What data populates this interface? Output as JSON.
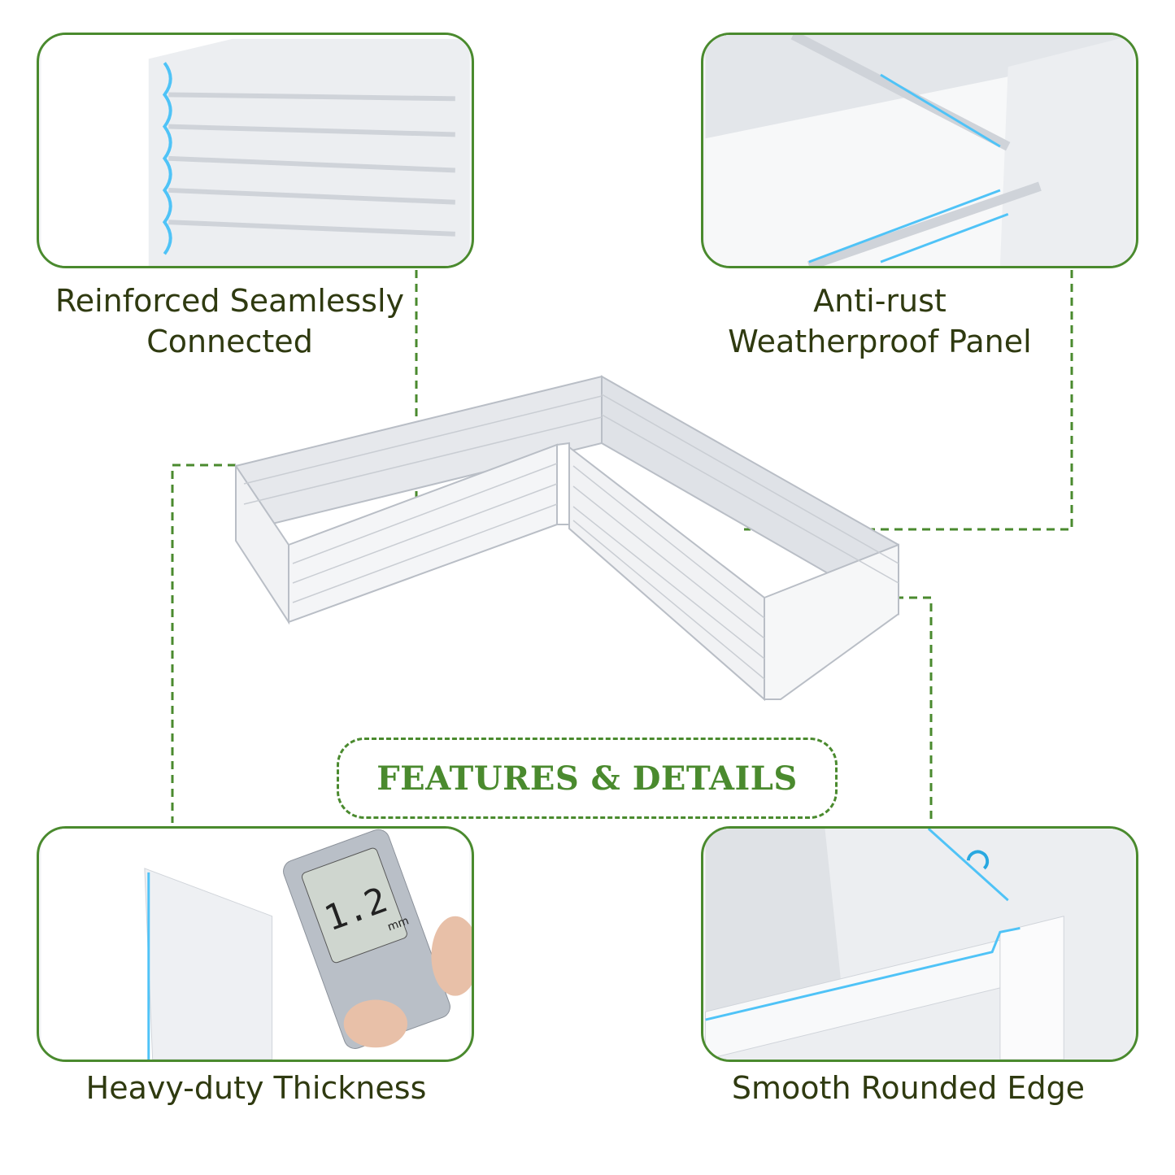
{
  "title": "FEATURES & DETAILS",
  "features": [
    {
      "lines": [
        "Reinforced Seamlessly",
        "Connected"
      ]
    },
    {
      "lines": [
        "Anti-rust",
        "Weatherproof Panel"
      ]
    },
    {
      "lines": [
        "Heavy-duty Thickness"
      ]
    },
    {
      "lines": [
        "Smooth Rounded Edge"
      ]
    }
  ],
  "caliper_readout": "1.2",
  "caliper_unit": "mm",
  "colors": {
    "accent": "#4a8a2e",
    "caption": "#2f3a10",
    "highlight": "#4fc3f7"
  }
}
